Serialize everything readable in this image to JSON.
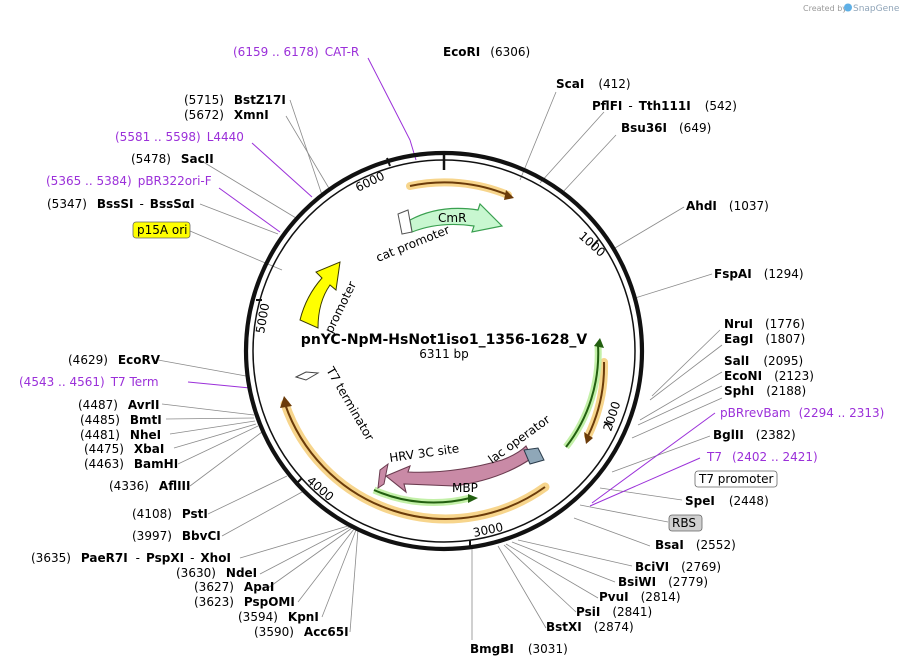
{
  "credit": {
    "prefix": "Created by",
    "brand": "SnapGene"
  },
  "map": {
    "title": "pnYC-NpM-HsNot1iso1_1356-1628_V",
    "length": "6311 bp"
  },
  "ticks": [
    "1000",
    "2000",
    "3000",
    "4000",
    "5000",
    "6000"
  ],
  "features": {
    "cmr": "CmR",
    "cat_promoter": "cat promoter",
    "p15a_promoter": "promoter",
    "t7_terminator": "T7 terminator",
    "hrv_site": "HRV 3C site",
    "mbp": "MBP",
    "lac_operator": "lac operator"
  },
  "boxes": {
    "p15a": "p15A ori",
    "t7prom": "T7 promoter",
    "rbs": "RBS"
  },
  "sites": [
    {
      "name": "EcoRI",
      "pos": "(6306)"
    },
    {
      "name": "ScaI",
      "pos": "(412)"
    },
    {
      "name": "PflFI",
      "sep": "-",
      "name2": "Tth111I",
      "pos": "(542)"
    },
    {
      "name": "Bsu36I",
      "pos": "(649)"
    },
    {
      "name": "AhdI",
      "pos": "(1037)"
    },
    {
      "name": "FspAI",
      "pos": "(1294)"
    },
    {
      "name": "NruI",
      "pos": "(1776)"
    },
    {
      "name": "EagI",
      "pos": "(1807)"
    },
    {
      "name": "SalI",
      "pos": "(2095)"
    },
    {
      "name": "EcoNI",
      "pos": "(2123)"
    },
    {
      "name": "SphI",
      "pos": "(2188)"
    },
    {
      "name": "BglII",
      "pos": "(2382)"
    },
    {
      "name": "SpeI",
      "pos": "(2448)"
    },
    {
      "name": "BsaI",
      "pos": "(2552)"
    },
    {
      "name": "BciVI",
      "pos": "(2769)"
    },
    {
      "name": "BsiWI",
      "pos": "(2779)"
    },
    {
      "name": "PvuI",
      "pos": "(2814)"
    },
    {
      "name": "PsiI",
      "pos": "(2841)"
    },
    {
      "name": "BstXI",
      "pos": "(2874)"
    },
    {
      "name": "BmgBI",
      "pos": "(3031)"
    },
    {
      "name": "Acc65I",
      "pos": "(3590)"
    },
    {
      "name": "KpnI",
      "pos": "(3594)"
    },
    {
      "name": "PspOMI",
      "pos": "(3623)"
    },
    {
      "name": "ApaI",
      "pos": "(3627)"
    },
    {
      "name": "NdeI",
      "pos": "(3630)"
    },
    {
      "name": "PaeR7I",
      "sep": "-",
      "name2": "PspXI",
      "sep2": "-",
      "name3": "XhoI",
      "pos": "(3635)"
    },
    {
      "name": "BbvCI",
      "pos": "(3997)"
    },
    {
      "name": "PstI",
      "pos": "(4108)"
    },
    {
      "name": "AflIII",
      "pos": "(4336)"
    },
    {
      "name": "BamHI",
      "pos": "(4463)"
    },
    {
      "name": "XbaI",
      "pos": "(4475)"
    },
    {
      "name": "NheI",
      "pos": "(4481)"
    },
    {
      "name": "BmtI",
      "pos": "(4485)"
    },
    {
      "name": "AvrII",
      "pos": "(4487)"
    },
    {
      "name": "EcoRV",
      "pos": "(4629)"
    },
    {
      "name": "BssSI",
      "sep": "-",
      "name2": "BssSαI",
      "pos": "(5347)"
    },
    {
      "name": "SacII",
      "pos": "(5478)"
    },
    {
      "name": "XmnI",
      "pos": "(5672)"
    },
    {
      "name": "BstZ17I",
      "pos": "(5715)"
    }
  ],
  "primers": [
    {
      "range": "(6159 .. 6178)",
      "name": "CAT-R"
    },
    {
      "range": "(5581 .. 5598)",
      "name": "L4440"
    },
    {
      "range": "(5365 .. 5384)",
      "name": "pBR322ori-F"
    },
    {
      "range": "(4543 .. 4561)",
      "name": "T7 Term"
    },
    {
      "name": "pBRrevBam",
      "range": "(2294 .. 2313)"
    },
    {
      "name": "T7",
      "range": "(2402 .. 2421)"
    }
  ],
  "colors": {
    "primer": "#9b30d9",
    "cmr_fill": "#c8f7d0",
    "p15a_fill": "#ffff00",
    "mbp_fill": "#c98aa6",
    "orange_arrow": "#e8961e",
    "green_arrow": "#3aa822"
  }
}
